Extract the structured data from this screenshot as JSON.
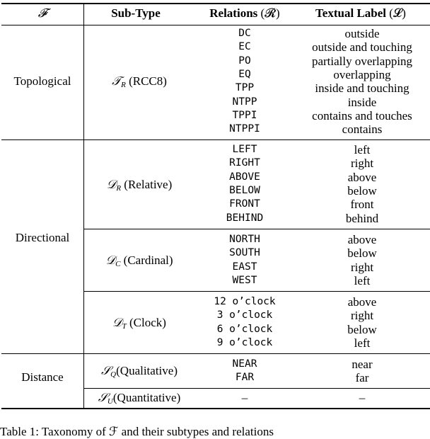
{
  "table": {
    "headers": {
      "family_symbol": "𝓕",
      "subtype": "Sub-Type",
      "relations": "Relations",
      "relations_symbol": "(𝓡)",
      "textual_label": "Textual Label",
      "textual_label_symbol": "(𝓛)"
    },
    "groups": [
      {
        "family": "Topological",
        "subtypes": [
          {
            "symbol": "𝒯",
            "subscript": "R",
            "name": "(RCC8)",
            "relations": [
              "DC",
              "EC",
              "PO",
              "EQ",
              "TPP",
              "NTPP",
              "TPPI",
              "NTPPI"
            ],
            "labels": [
              "outside",
              "outside and touching",
              "partially overlapping",
              "overlapping",
              "inside and touching",
              "inside",
              "contains and touches",
              "contains"
            ]
          }
        ]
      },
      {
        "family": "Directional",
        "subtypes": [
          {
            "symbol": "𝒟",
            "subscript": "R",
            "name": "(Relative)",
            "relations": [
              "LEFT",
              "RIGHT",
              "ABOVE",
              "BELOW",
              "FRONT",
              "BEHIND"
            ],
            "labels": [
              "left",
              "right",
              "above",
              "below",
              "front",
              "behind"
            ]
          },
          {
            "symbol": "𝒟",
            "subscript": "C",
            "name": "(Cardinal)",
            "relations": [
              "NORTH",
              "SOUTH",
              "EAST",
              "WEST"
            ],
            "labels": [
              "above",
              "below",
              "right",
              "left"
            ]
          },
          {
            "symbol": "𝒟",
            "subscript": "T",
            "name": "(Clock)",
            "relations": [
              "12 o’clock",
              "3 o’clock",
              "6 o’clock",
              "9 o’clock"
            ],
            "labels": [
              "above",
              "right",
              "below",
              "left"
            ]
          }
        ]
      },
      {
        "family": "Distance",
        "subtypes": [
          {
            "symbol": "𝒮",
            "subscript": "Q",
            "name": "(Qualitative)",
            "relations": [
              "NEAR",
              "FAR"
            ],
            "labels": [
              "near",
              "far"
            ]
          },
          {
            "symbol": "𝒮",
            "subscript": "U",
            "name": "(Quantitative)",
            "relations": [
              "–"
            ],
            "labels": [
              "–"
            ]
          }
        ]
      }
    ]
  },
  "caption_partial": "Table 1: Taxonomy of ℱ and their subtypes and relations"
}
